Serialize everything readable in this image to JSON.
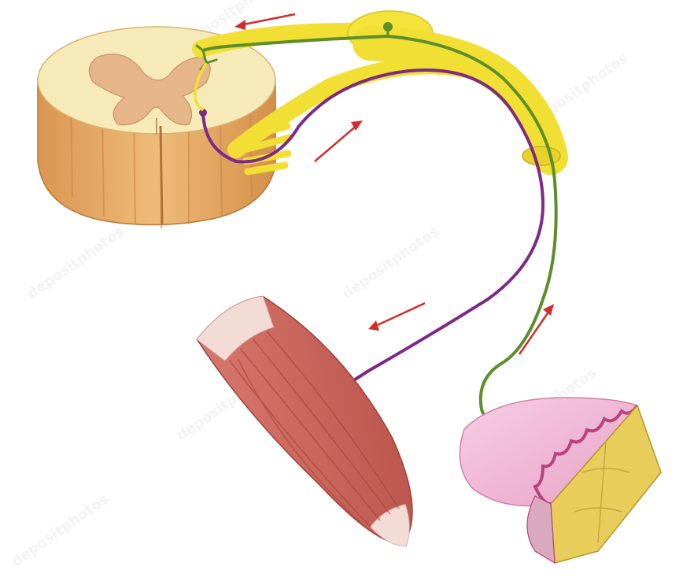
{
  "watermark": {
    "text": "depositphotos"
  },
  "colors": {
    "sensory_neuron": "#5c8f2a",
    "motor_neuron": "#7b2a86",
    "nerve_bundle": "#f4e33b",
    "arrow": "#d52b2b",
    "muscle": "#c8635a",
    "tendon": "#f3dcd6",
    "gray_matter": "#e8b98e",
    "white_matter": "#f7edbe",
    "spinal_side": "#e2a766",
    "skin": "#f2b8d6",
    "dermis": "#e7c95a"
  },
  "diagram": {
    "components": [
      "spinal-cord-section",
      "dorsal-root-ganglion",
      "spinal-nerve",
      "sensory-neuron",
      "motor-neuron",
      "interneuron",
      "skeletal-muscle",
      "skin-receptor",
      "signal-direction-arrows"
    ]
  }
}
